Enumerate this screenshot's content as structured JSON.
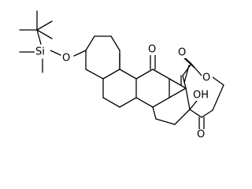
{
  "molecule": {
    "labels": {
      "si": "Si",
      "o_silyl": "O",
      "o_ketone_c11": "O",
      "o_acetate_carbonyl": "O",
      "o_ester": "O",
      "oh": "OH",
      "o_ketone_c20": "O"
    }
  }
}
